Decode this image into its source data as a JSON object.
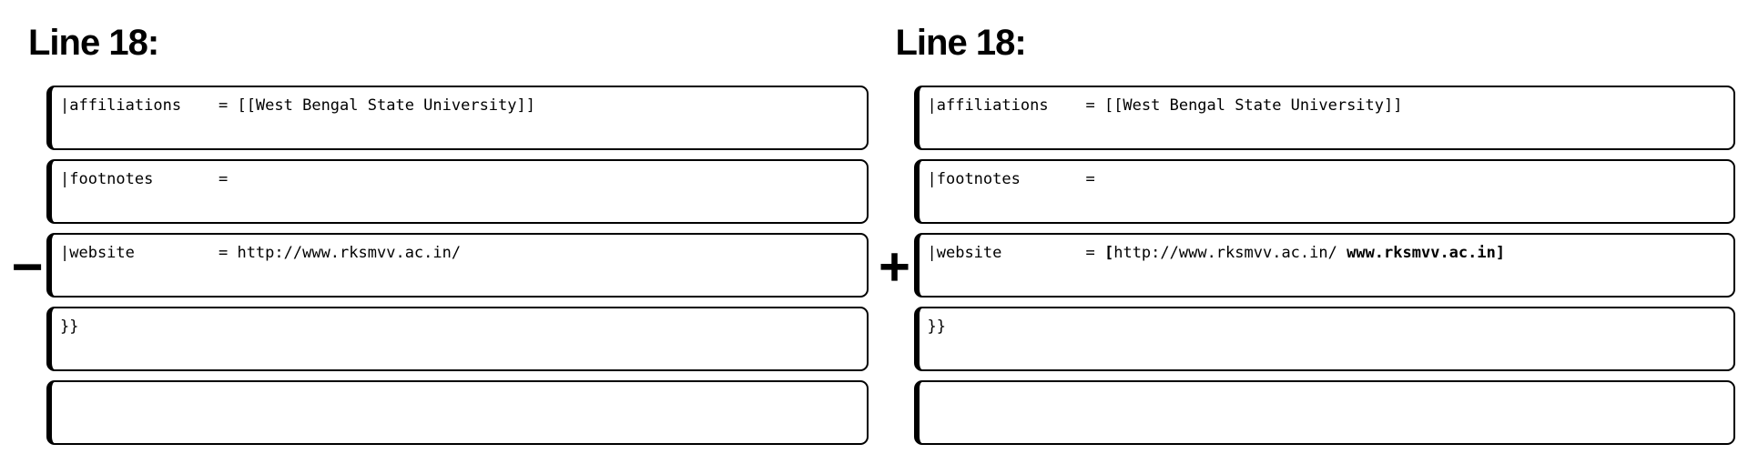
{
  "colors": {
    "background": "#ffffff",
    "border": "#000000",
    "text": "#000000"
  },
  "diff": {
    "columns": [
      {
        "id": "old",
        "heading": "Line 18:",
        "rows": [
          {
            "sign": "",
            "segments": [
              {
                "t": "|affiliations    = [[West Bengal State University]]",
                "b": false
              }
            ]
          },
          {
            "sign": "",
            "segments": [
              {
                "t": "|footnotes       =",
                "b": false
              }
            ]
          },
          {
            "sign": "−",
            "segments": [
              {
                "t": "|website         = http://www.rksmvv.ac.in/",
                "b": false
              }
            ]
          },
          {
            "sign": "",
            "segments": [
              {
                "t": "}}",
                "b": false
              }
            ]
          },
          {
            "sign": "",
            "segments": []
          }
        ]
      },
      {
        "id": "new",
        "heading": "Line 18:",
        "rows": [
          {
            "sign": "",
            "segments": [
              {
                "t": "|affiliations    = [[West Bengal State University]]",
                "b": false
              }
            ]
          },
          {
            "sign": "",
            "segments": [
              {
                "t": "|footnotes       =",
                "b": false
              }
            ]
          },
          {
            "sign": "+",
            "segments": [
              {
                "t": "|website         = ",
                "b": false
              },
              {
                "t": "[",
                "b": true
              },
              {
                "t": "http://www.rksmvv.ac.in/ ",
                "b": false
              },
              {
                "t": "www.rksmvv.ac.in]",
                "b": true
              }
            ]
          },
          {
            "sign": "",
            "segments": [
              {
                "t": "}}",
                "b": false
              }
            ]
          },
          {
            "sign": "",
            "segments": []
          }
        ]
      }
    ]
  }
}
